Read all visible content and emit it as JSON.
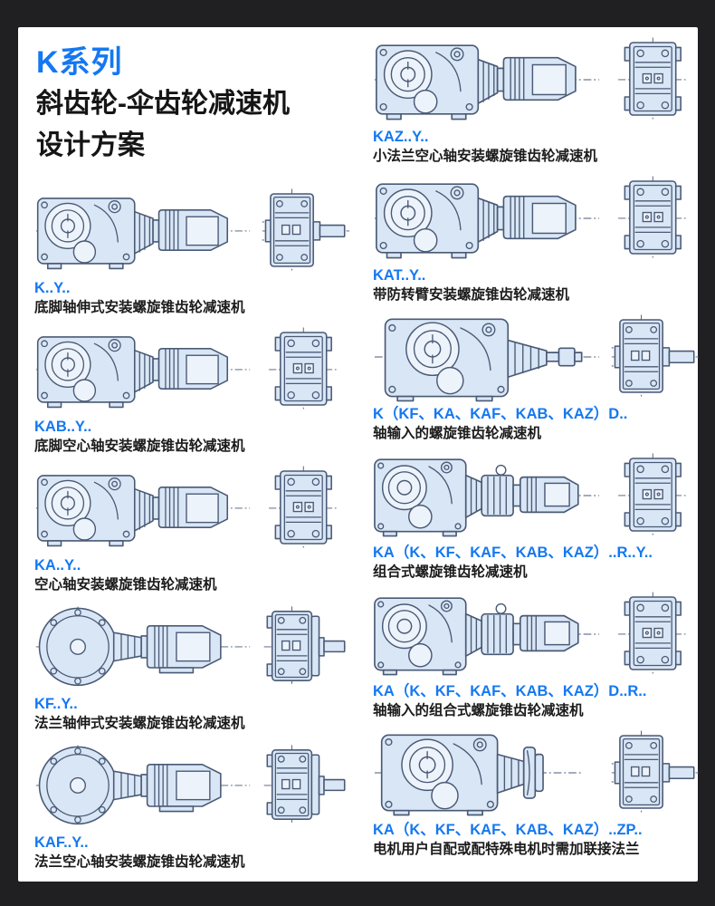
{
  "window": {
    "background_color": "#202022",
    "card_color": "#ffffff"
  },
  "header": {
    "series_title": "K系列",
    "subtitle_line1": "斜齿轮-伞齿轮减速机",
    "subtitle_line2": "设计方案",
    "accent_color": "#1478f2",
    "text_color": "#151515"
  },
  "drawing_style": {
    "fill_color": "#d9e6f6",
    "highlight_fill_color": "#edf3fb",
    "line_color": "#4a5a75"
  },
  "products": {
    "left": [
      {
        "code": "K..Y..",
        "description": "底脚轴伸式安装螺旋锥齿轮减速机",
        "main_view": "gearbox-motor",
        "end_view": "end-shaft"
      },
      {
        "code": "KAB..Y..",
        "description": "底脚空心轴安装螺旋锥齿轮减速机",
        "main_view": "gearbox-motor",
        "end_view": "end-plain"
      },
      {
        "code": "KA..Y..",
        "description": "空心轴安装螺旋锥齿轮减速机",
        "main_view": "gearbox-motor",
        "end_view": "end-plain"
      },
      {
        "code": "KF..Y..",
        "description": "法兰轴伸式安装螺旋锥齿轮减速机",
        "main_view": "flange-gearbox-motor",
        "end_view": "end-flange"
      },
      {
        "code": "KAF..Y..",
        "description": "法兰空心轴安装螺旋锥齿轮减速机",
        "main_view": "flange-gearbox-motor",
        "end_view": "end-flange"
      }
    ],
    "right": [
      {
        "code": "KAZ..Y..",
        "description": "小法兰空心轴安装螺旋锥齿轮减速机",
        "main_view": "gearbox-motor",
        "end_view": "end-plain"
      },
      {
        "code": "KAT..Y..",
        "description": "带防转臂安装螺旋锥齿轮减速机",
        "main_view": "gearbox-motor",
        "end_view": "end-plain"
      },
      {
        "code": "K（KF、KA、KAF、KAB、KAZ）D..",
        "description": "轴输入的螺旋锥齿轮减速机",
        "main_view": "gearbox-shaft-input",
        "end_view": "end-shaft"
      },
      {
        "code": "KA（K、KF、KAF、KAB、KAZ）..R..Y..",
        "description": "组合式螺旋锥齿轮减速机",
        "main_view": "gearbox-combined-motor",
        "end_view": "end-plain"
      },
      {
        "code": "KA（K、KF、KAF、KAB、KAZ）D..R..",
        "description": "轴输入的组合式螺旋锥齿轮减速机",
        "main_view": "gearbox-combined-motor",
        "end_view": "end-plain"
      },
      {
        "code": "KA（K、KF、KAF、KAB、KAZ）..ZP..",
        "description": "电机用户自配或配特殊电机时需加联接法兰",
        "main_view": "gearbox-flange-adapter",
        "end_view": "end-shaft"
      }
    ]
  }
}
